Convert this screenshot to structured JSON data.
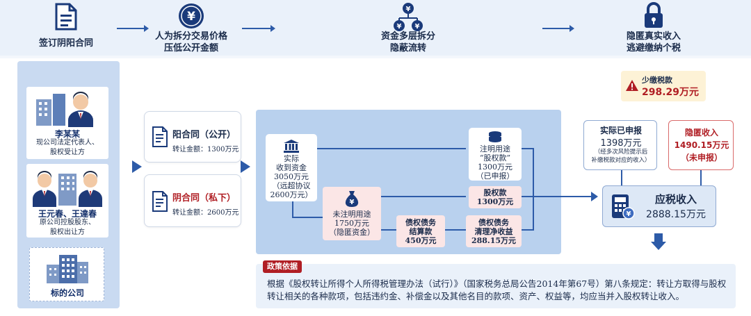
{
  "steps": [
    {
      "label": "签订阴阳合同",
      "icon": "document-icon"
    },
    {
      "label": "人为拆分交易价格\n压低公开金额",
      "icon": "yen-coin-icon"
    },
    {
      "label": "资金多层拆分\n隐蔽流转",
      "icon": "money-split-icon"
    },
    {
      "label": "隐匿真实收入\n逃避缴纳个税",
      "icon": "lock-icon"
    }
  ],
  "parties": [
    {
      "name": "李某某",
      "desc": "现公司法定代表人、\n股权受让方"
    },
    {
      "name": "王元春、王達春",
      "desc": "原公司控股股东、\n股权出让方"
    },
    {
      "name": "标的公司",
      "desc": ""
    }
  ],
  "contracts": {
    "yang": {
      "title": "阳合同（公开）",
      "amount": "转让金额：1300万元"
    },
    "yin": {
      "title": "阴合同（私下）",
      "amount": "转让金额：2600万元"
    }
  },
  "flow": {
    "received": "实际\n收到资金\n3050万元\n（远超协议\n2600万元）",
    "hidden": "未注明用途\n1750万元\n（隐匿资金）",
    "equity_noted": "注明用途\n“股权款”\n1300万元\n（已申报）",
    "equity_payment": "股权款\n1300万元",
    "debt_settlement": "债权债务\n结算款\n450万元",
    "debt_net": "债权债务\n清理净收益\n288.15万元"
  },
  "results": {
    "tax_short_label": "少缴税款",
    "tax_short_value": "298.29万元",
    "declared_title": "实际已申报",
    "declared_value": "1398万元",
    "declared_note": "（经多次风险提示后\n补缴税款对应的收入）",
    "hidden_title": "隐匿收入",
    "hidden_value": "1490.15万元",
    "hidden_note": "（未申报）",
    "taxable_title": "应税收入",
    "taxable_value": "2888.15万元"
  },
  "policy": {
    "tag": "政策依据",
    "text": "根据《股权转让所得个人所得税管理办法（试行）》（国家税务总局公告2014年第67号）第八条规定：转让方取得与股权转让相关的各种款项，包括违约金、补偿金以及其他名目的款项、资产、权益等，均应当并入股权转让收入。"
  },
  "colors": {
    "accent": "#2d5ba8",
    "alert": "#b01e24",
    "panel": "#b9d1ee"
  }
}
